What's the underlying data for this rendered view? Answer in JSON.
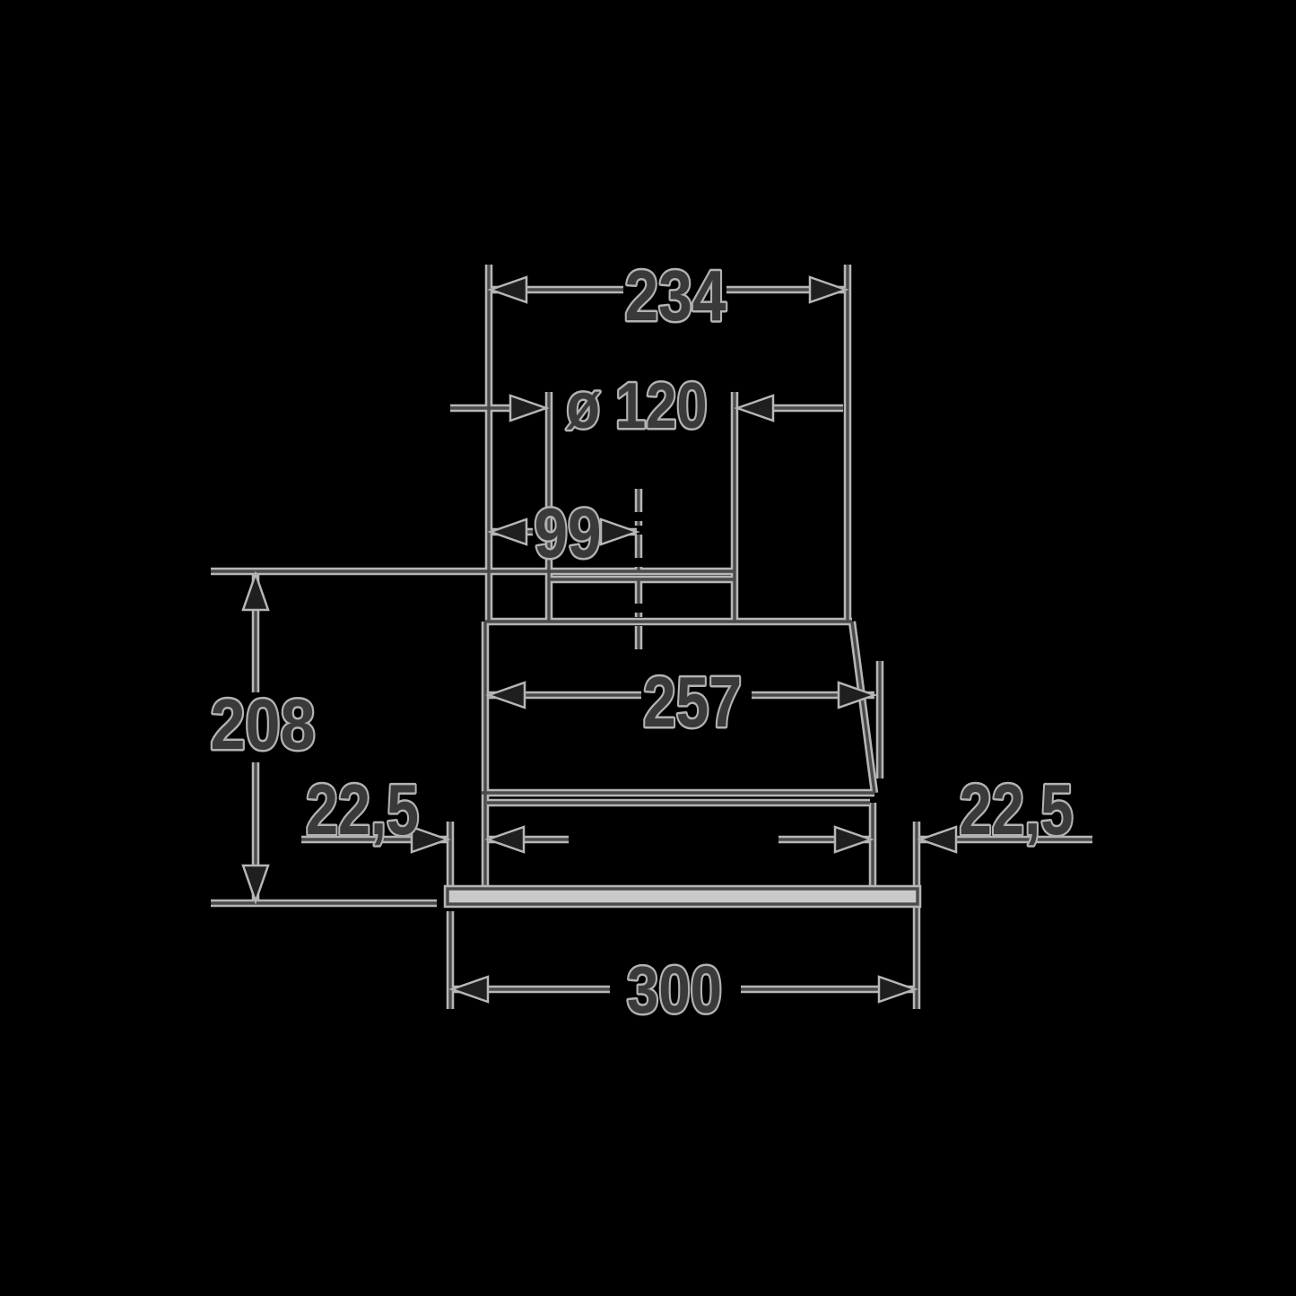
{
  "diagram": {
    "dimensions": {
      "top_width": "234",
      "duct_diameter": "ø 120",
      "duct_offset": "99",
      "overall_height": "208",
      "body_width": "257",
      "left_inset": "22,5",
      "right_inset": "22,5",
      "base_width": "300"
    },
    "colors": {
      "background": "#000000",
      "line_halo": "#b6b6b6",
      "line_core": "#4a4a4a",
      "arrow_fill": "#1f1f1f",
      "arrow_halo": "#b6b6b6",
      "text_fill": "#3a3a3a",
      "text_halo": "#b2b2b2",
      "plate_fill": "#c9c9c9"
    }
  }
}
